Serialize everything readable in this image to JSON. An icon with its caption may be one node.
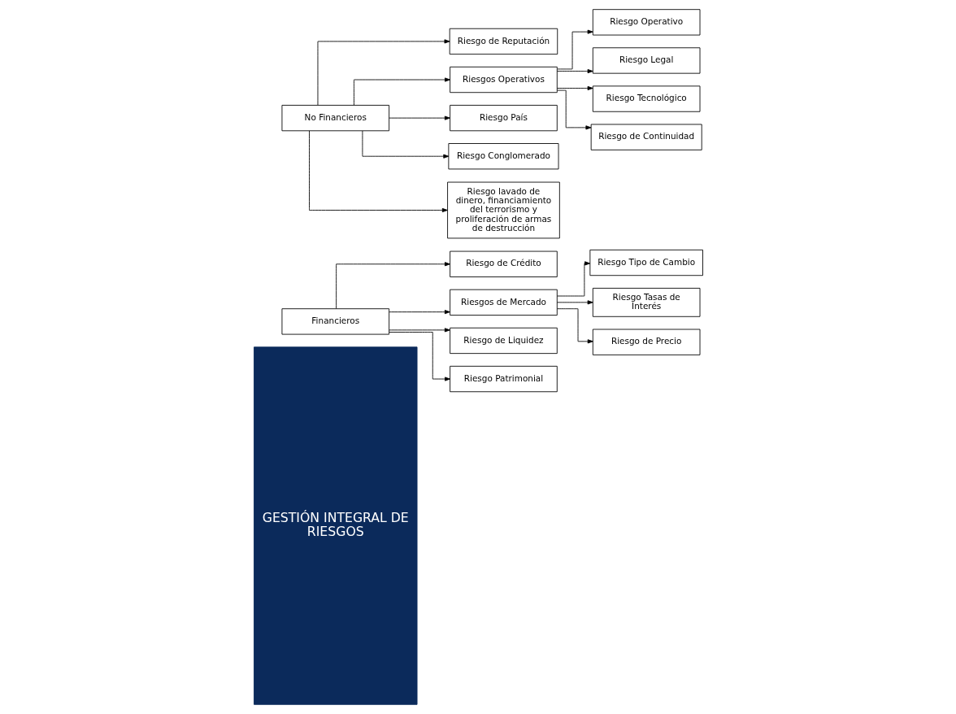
{
  "diagram": {
    "nodes": [
      {
        "text": [
          "GESTIÓN INTEGRAL DE RIESGOS"
        ]
      },
      {
        "text": [
          "Financieros"
        ]
      },
      {
        "text": [
          "Riesgo de Crédito"
        ]
      },
      {
        "text": [
          "Riesgos de Mercado"
        ]
      },
      {
        "text": [
          "Riesgo de Liquidez"
        ]
      },
      {
        "text": [
          "Riesgo Patrimonial"
        ]
      },
      {
        "text": [
          "Riesgo Tipo de Cambio"
        ]
      },
      {
        "text": [
          "Riesgo Tasas de Interés"
        ]
      },
      {
        "text": [
          "Riesgo de Precio"
        ]
      },
      {
        "text": [
          "No Financieros"
        ]
      },
      {
        "text": [
          "Riesgo de Reputación"
        ]
      },
      {
        "text": [
          "Riesgos Operativos"
        ]
      },
      {
        "text": [
          "Riesgo País"
        ]
      },
      {
        "text": [
          "Riesgo Conglomerado"
        ]
      },
      {
        "text": [
          "Riesgo lavado de dinero, financiamiento del terrorismo y proliferación de armas de destrucción"
        ]
      },
      {
        "text": [
          "Riesgo Operativo"
        ]
      },
      {
        "text": [
          "Riesgo Legal"
        ]
      },
      {
        "text": [
          "Riesgo Tecnológico"
        ]
      },
      {
        "text": [
          "Riesgo de Continuidad"
        ]
      }
    ],
    "edges": [
      {
        "from": 1,
        "to": 2,
        "arrow": "to"
      },
      {
        "from": 1,
        "to": 3,
        "arrow": "to"
      },
      {
        "from": 1,
        "to": 4,
        "arrow": "to"
      },
      {
        "from": 1,
        "to": 5,
        "arrow": "to"
      },
      {
        "from": 3,
        "to": 6,
        "arrow": "to"
      },
      {
        "from": 3,
        "to": 7,
        "arrow": "to"
      },
      {
        "from": 3,
        "to": 8,
        "arrow": "to"
      },
      {
        "from": 9,
        "to": 10,
        "arrow": "to"
      },
      {
        "from": 9,
        "to": 11,
        "arrow": "to"
      },
      {
        "from": 9,
        "to": 12,
        "arrow": "to"
      },
      {
        "from": 9,
        "to": 13,
        "arrow": "to"
      },
      {
        "from": 9,
        "to": 14,
        "arrow": "to"
      },
      {
        "from": 11,
        "to": 15,
        "arrow": "to"
      },
      {
        "from": 11,
        "to": 16,
        "arrow": "to"
      },
      {
        "from": 11,
        "to": 17,
        "arrow": "to"
      },
      {
        "from": 11,
        "to": 18,
        "arrow": "to"
      }
    ]
  }
}
